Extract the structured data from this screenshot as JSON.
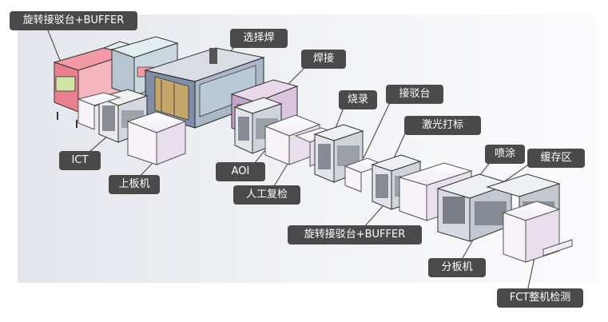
{
  "labels": {
    "rotary_buffer_top": "旋转接驳台+BUFFER",
    "selective_solder": "选择焊",
    "solder": "焊接",
    "burn": "烧录",
    "dock": "接驳台",
    "laser": "激光打标",
    "spray": "喷涂",
    "buffer_zone": "缓存区",
    "ict": "ICT",
    "loader": "上板机",
    "aoi": "AOI",
    "manual": "人工复检",
    "rotary_buffer_bottom": "旋转接驳台+BUFFER",
    "depanel": "分板机",
    "fct": "FCT整机检测"
  },
  "colors": {
    "tag_bg": "#4a4a4a",
    "tag_text": "#ffffff",
    "machine_frame": "#3a3f4a",
    "conveyor": "#f4f1f6",
    "pink_panel": "#e86a7a",
    "glass": "#b9c9d8"
  }
}
